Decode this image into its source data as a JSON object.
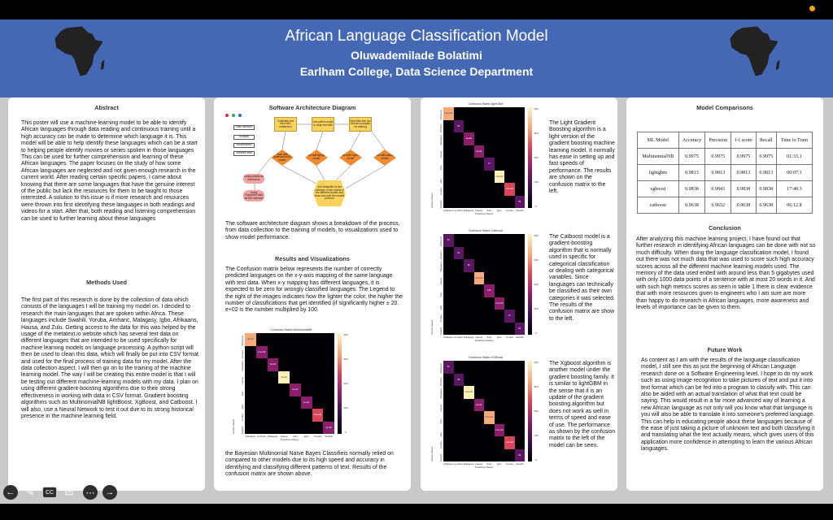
{
  "header": {
    "title": "African Language Classification Model",
    "author": "Oluwademilade Bolatimi",
    "affiliation": "Earlham College, Data Science Department"
  },
  "abstract": {
    "heading": "Abstract",
    "text": "This poster will use a machine-learning model to be able to identify African languages through data reading and continuous training until a high accuracy can be made to determine which language it is. This model will be able to help identify these languages which can be a start to helping people identify movies or series spoken in those languages This can be used for further comprehension and learning of these African languages. The paper focuses on the study of how some African languages are neglected and not given enough research in the current world. After reading certain specific papers, I came about knowing that there are some languages that have the genuine interest of the public but lack the resources for them to be taught to those interested. A solution to this issue is if more research and resources were thrown into first identifying these languages in both readings and videos for a start. After that, both reading and listening comprehension can be used to further learning about these languages"
  },
  "methods": {
    "heading": "Methods Used",
    "text": "The first part of this research is done by the collection of data which consists of the languages I will be training my model on. I decided to research the main languages that are spoken within Africa. These languages include Swahili, Yoruba, Amharic, Malagasy, Igbo, Afrikaans, Hausa, and Zulu. Getting access to the data for this was helped by the usage of the metatext.io website which has several text data on different languages that are intended to be used specifically for machine learning models on language processing. A python script will then be used to clean this data, which will finally be put into CSV format and used for the final process of training data for my model. After the data collection aspect, I will then go on to the training of the machine learning model. The way I will be creating this entire model is that I will be testing out different machine-learning models with my data. I plan on using different gradient-boosting algorithms due to their strong effectiveness in working with data in CSV format. Gradient boosting algorithms such as MultinomialNB lightBoost, XgBoost, and Catboost. I will also, use a Neural Network to test it out due to its strong historical presence in the machine learning field."
  },
  "architecture": {
    "heading": "Software Architecture Diagram",
    "caption": "The software architecture diagram shows a breakdown of the process, from data collection to the training of models, to visualizations used to show model performance.",
    "left_items": [
      "Data collection",
      "Analysis",
      "Visualizations",
      "Libraries used"
    ],
    "boxes": [
      "Collecting text files from metatext.io",
      "Use python script to clean text files",
      "Save files into csv format to prepare for training"
    ],
    "diamonds": [
      "Train with Multinomial NB model",
      "Train with lightgbm model",
      "Train with Xgboost model",
      "Train with catboost model"
    ],
    "ovals": [
      "Using pandas as framework",
      "Using Pycharm/Colab as IDE interface",
      "Use Matplotlib for the collection of the results of the different models and show how well the models perform"
    ]
  },
  "results": {
    "heading": "Results and Visualizations",
    "text": "The Confusion matrix below represents the number of correctly predicted languages on the x-y-axis mapping of the same language with test data. When x-y mapping has different languages, it is expected to be zero for wrongly classified languages. The Legend to the right of the images indicates how the lighter the color, the higher the number of classifications that get identified (if significantly higher ± 20. e+02 is the number multiplied by 100.",
    "after": "the Bayesian Multinomial Naïve Bayes Classifieis normally relied on compared to other models due to its high speed and accuracy in identifying and classifying different patterns of text. Results of the confusion matrix are shown above."
  },
  "matrices": [
    {
      "title": "Confusion Matrix MultinomialNB",
      "labels": [
        "Afrikaans",
        "Amharic",
        "Malagasy",
        "Hausa",
        "Zulu",
        "Igbo",
        "Yoruba",
        "Swahili"
      ],
      "diag": [
        "2e+02",
        "1.1e+02",
        "1e+02",
        "4e+02",
        "1e+02",
        "1e+02",
        "1.4e+02",
        "1e+02"
      ],
      "xlabel": "Predicted Values",
      "ylabel": "Actual Values",
      "ticks": [
        "400",
        "300",
        "200",
        "100",
        "0"
      ]
    },
    {
      "title": "Confusion Matrix lightGBM",
      "labels": [
        "Afrikaans",
        "Amharic",
        "Malagasy",
        "Hausa",
        "Zulu",
        "Igbo",
        "Yoruba",
        "Swahili"
      ],
      "diag": [
        "2.1e+02",
        "94",
        "1e+02",
        "1e+02",
        "74",
        "4.4e+02",
        "1.4e+02",
        "99"
      ],
      "xlabel": "Predicted Values",
      "ylabel": "Actual Values",
      "ticks": [
        "400",
        "300",
        "200",
        "100",
        "0"
      ]
    },
    {
      "title": "Confusion Matrix Catboost",
      "labels": [
        "Afrikaans",
        "Amharic",
        "Malagasy",
        "Hausa",
        "Zulu",
        "Igbo",
        "Yoruba",
        "Swahili"
      ],
      "diag": [
        "84",
        "92",
        "95",
        "2.1e+02",
        "100",
        "1.1e+02",
        "72",
        "96"
      ],
      "xlabel": "Predicted Values",
      "ylabel": "Actual Values",
      "ticks": [
        "400",
        "300",
        "200",
        "100",
        "0"
      ]
    },
    {
      "title": "Confusion Matrix XGBoost",
      "labels": [
        "Afrikaans",
        "Amharic",
        "Malagasy",
        "Hausa",
        "Zulu",
        "Igbo",
        "Yoruba",
        "Swahili"
      ],
      "diag": [
        "92",
        "98",
        "4.4e+02",
        "1e+02",
        "2.1e+02",
        "1.1e+02",
        "1.3e+02",
        "99"
      ],
      "xlabel": "Predicted Values",
      "ylabel": "Actual Values",
      "ticks": [
        "400",
        "300",
        "200",
        "100",
        "0"
      ]
    }
  ],
  "model_notes": {
    "lightgbm": "The Light Gradient Boosting algorithm is a light version of the gradient boosting machine learning model. It normally has ease in setting up and fast speeds of performance. The results are shown on the confusion matrix to the left.",
    "catboost": "The Catboost model is a gradient-boosting algorithm that is normally used in specific for categorical classification or dealing with categorical variables. Since languages can technically be classified as their own categories it was selected. The results of the confusion matrix are show to the left.",
    "xgboost": "The Xgboost algorithm is another model under the gradient boosting family. It is similar to lightGBM in the sense that it is an update of the gradient boosting algorithm but does not work as well in terms of speed and ease of use. The performance as shown by the confusion matrix to the left of the model can be seen."
  },
  "comparisons": {
    "heading": "Model Comparisons",
    "columns": [
      "ML Model",
      "Accuracy",
      "Precision",
      "f-1 score",
      "Recall",
      "Time to Train"
    ],
    "rows": [
      [
        "MultinomialNB",
        "0.9975",
        "0.9975",
        "0.9975",
        "0.9975",
        "01:33.1"
      ],
      [
        "lightgbm",
        "0.9813",
        "0.9813",
        "0.9813",
        "0.9813",
        "00:07.1"
      ],
      [
        "xgboost",
        "0.9838",
        "0.9843",
        "0.9838",
        "0.9838",
        "17:48.3"
      ],
      [
        "catboost",
        "0.9638",
        "0.9652",
        "0.9638",
        "0.9638",
        "06:12.8"
      ]
    ]
  },
  "conclusion": {
    "heading": "Conclusion",
    "text": "After analyzing this machine learning project, I have found out that further research in identifying African languages can be done with not so much difficulty. When doing the language classification model, I found out there was not much data that was used to score such high accuracy scores across all the different machine learning models used. The memory of the data used ended with around less than 5 gigabytes used with only 1000 data points of a sentence with at most 20 words in it. And with such high metrics scores as seen in table 1 there is clear evidence that with more resources given to engineers who I am sure are more than happy to do research in African languages, more awareness and levels of importance can be given to them."
  },
  "future": {
    "heading": "Future Work",
    "text": "As content as I am with the results of the language classification model, I still see this as just the beginning of African Language research done on a Software Engineering level. I hope to do my work such as using image recognition to take pictures of text and put it into text format which can be fed into a program to classify with. This can also be aided with an actual translation of what that text could be saying. This would result in a far more advanced way of learning a new African language as not only will you know what that language is you will also be able to translate it into someone's preferred language. This can help in educating people about these languages because of the ease of just taking a picture of unknown text and both classifying it and translating what the text actually means, which gives users of this application more confidence in attempting to learn the various African languages."
  },
  "colors": {
    "banner": "#4468b4",
    "background": "#c9c9c9",
    "record": "#f3a21c"
  },
  "controls": [
    "back-icon",
    "pen-icon",
    "captions-icon",
    "camera-off-icon",
    "more-icon",
    "forward-icon"
  ]
}
